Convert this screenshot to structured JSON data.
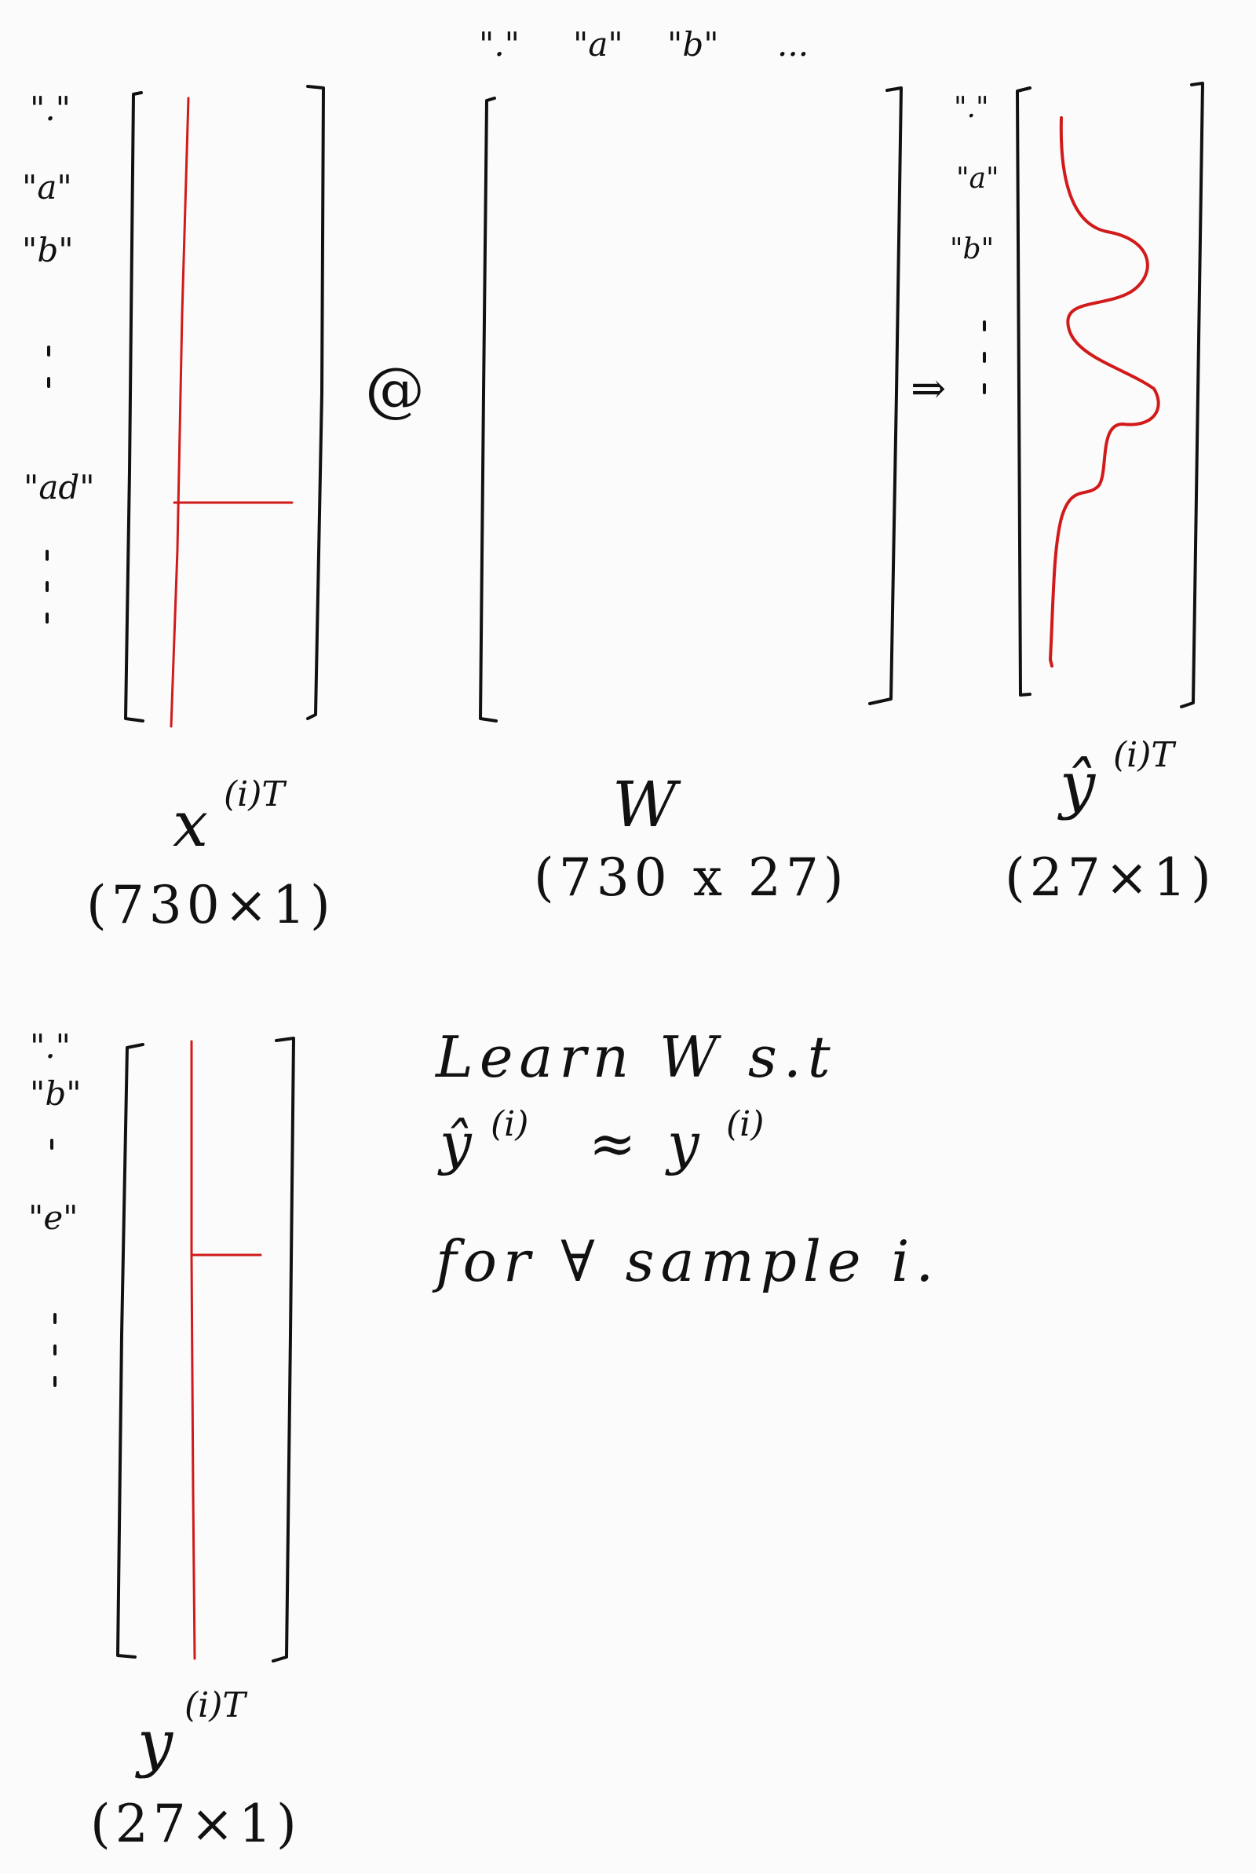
{
  "x_vector": {
    "row_labels": [
      "\".\"",
      "\"a\"",
      "\"b\"",
      "\"ad\""
    ],
    "name": "x",
    "superscript": "(i)T",
    "dimensions": "(730×1)"
  },
  "operator": "@",
  "weight_matrix": {
    "column_labels": [
      "\".\"",
      "\"a\"",
      "\"b\"",
      "..."
    ],
    "name": "W",
    "dimensions": "(730 x 27)"
  },
  "arrow": "⇒",
  "y_hat_vector": {
    "row_labels": [
      "\".\"",
      "\"a\"",
      "\"b\""
    ],
    "name": "ŷ",
    "superscript": "(i)T",
    "dimensions": "(27×1)"
  },
  "y_vector": {
    "row_labels": [
      "\".\"",
      "\"b\"",
      "\"e\""
    ],
    "name": "y",
    "superscript": "(i)T",
    "dimensions": "(27×1)"
  },
  "note": {
    "line1": "Learn W s.t",
    "line2_lhs": "ŷ",
    "line2_lhs_sup": "(i)",
    "line2_rel": "≈",
    "line2_rhs": "y",
    "line2_rhs_sup": "(i)",
    "line3": "for ∀ sample i."
  },
  "colors": {
    "ink": "#111111",
    "highlight": "#d11a1a",
    "background": "#fbfbfb"
  }
}
